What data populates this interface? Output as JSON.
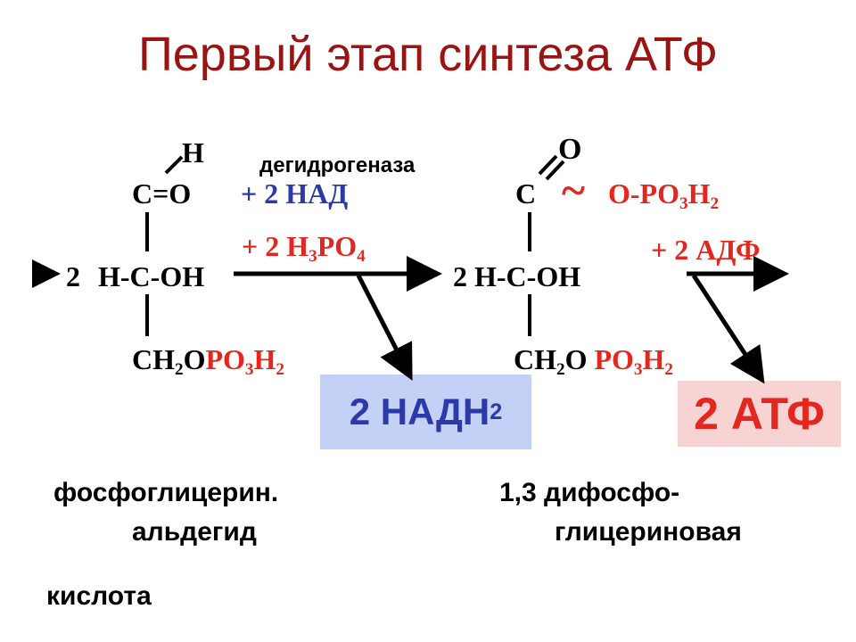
{
  "title": "Первый этап синтеза АТФ",
  "left_molecule": {
    "top_h": "H",
    "carbonyl": "C=O",
    "middle_prefix": "2",
    "middle": "H-C-OH",
    "bottom_main": "CH",
    "bottom_sub": "2",
    "bottom_o": "O",
    "bottom_phosphate": "PO",
    "bottom_phosphate_sub": "3",
    "bottom_phosphate_h": "H",
    "bottom_phosphate_h_sub": "2"
  },
  "enzyme": "дегидрогеназа",
  "reagent_nad": "+ 2 НАД",
  "reagent_phosphoric": {
    "prefix": "+ 2  H",
    "sub1": "3",
    "mid": "PO",
    "sub2": "4"
  },
  "right_molecule": {
    "top_o": "O",
    "carbon": "C",
    "tilde": "~",
    "ester": "O-PO",
    "ester_sub": "3",
    "ester_h": "H",
    "ester_h_sub": "2",
    "middle": "2 H-C-OH",
    "bottom_main": "CH",
    "bottom_sub": "2",
    "bottom_o": "O",
    "bottom_phosphate": "PO",
    "bottom_phosphate_sub": "3",
    "bottom_phosphate_h": "H",
    "bottom_phosphate_h_sub": "2"
  },
  "reagent_adp": "+ 2 АДФ",
  "product_nadh": {
    "text": "2 НАДН",
    "sub": "2"
  },
  "product_atf": "2 АТФ",
  "caption_left": {
    "line1": "фосфоглицерин.",
    "line2": "альдегид"
  },
  "caption_right": {
    "line1": "1,3 дифосфо-",
    "line2": "глицериновая"
  },
  "caption_bottom": "кислота",
  "colors": {
    "title": "#9b1414",
    "blue": "#2b3aa8",
    "red": "#e3261e",
    "nadh_box": "#c3d1f6",
    "atf_box": "#f7d3d3"
  }
}
